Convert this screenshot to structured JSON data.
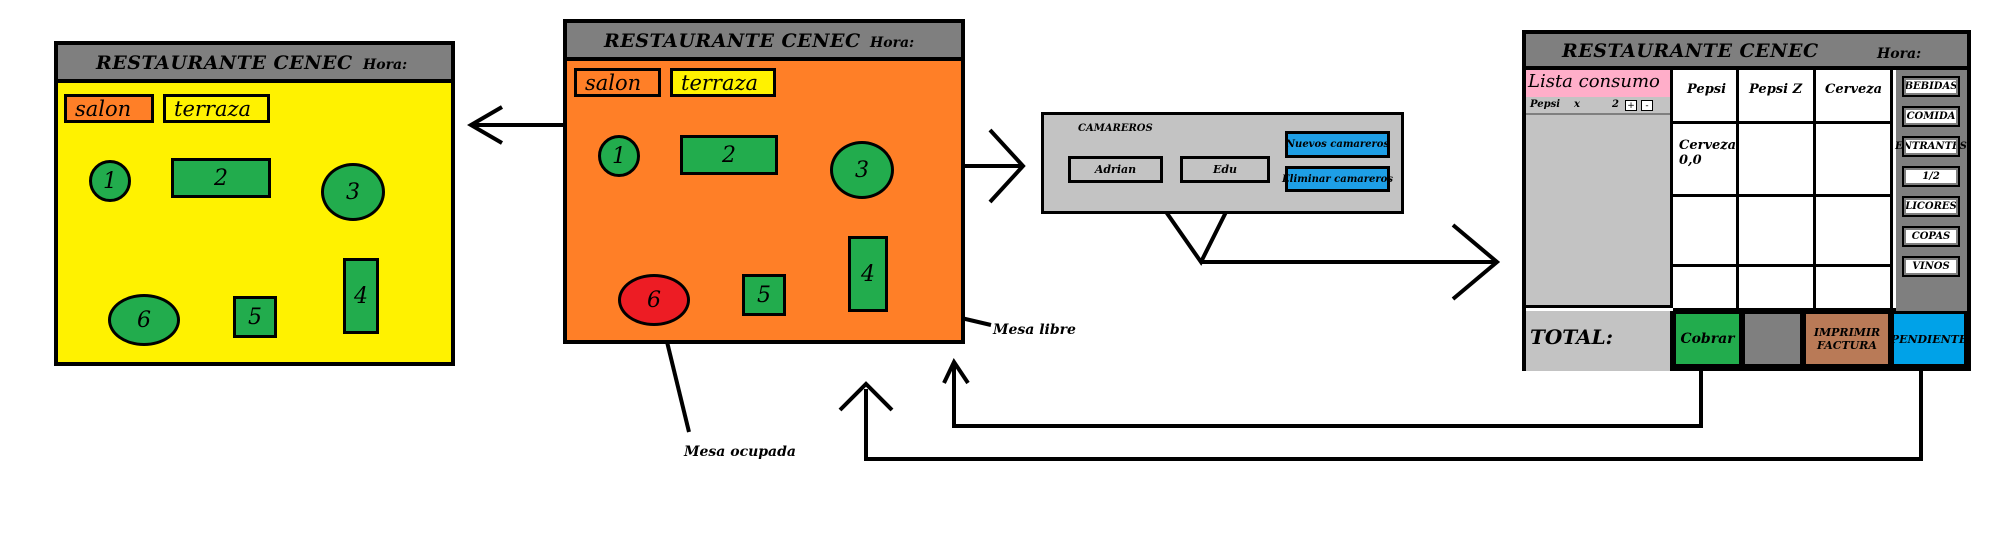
{
  "app_title": "RESTAURANTE CENEC",
  "hora_label": "Hora:",
  "tabs": {
    "salon": "salon",
    "terraza": "terraza"
  },
  "tables": [
    "1",
    "2",
    "3",
    "4",
    "5",
    "6"
  ],
  "waiters_panel": {
    "title": "CAMAREROS",
    "waiters": [
      "Adrian",
      "Edu"
    ],
    "new_button": "Nuevos camareros",
    "delete_button": "Eliminar camareros"
  },
  "annotations": {
    "occupied": "Mesa ocupada",
    "free": "Mesa libre"
  },
  "order_screen": {
    "list_title": "Lista consumo",
    "order_line": {
      "item": "Pepsi",
      "x": "x",
      "qty": "2",
      "plus": "+",
      "minus": "-"
    },
    "total_label": "TOTAL:",
    "products": [
      "Pepsi",
      "Pepsi Z",
      "Cerveza",
      "Cerveza 0,0"
    ],
    "categories": [
      "BEBIDAS",
      "COMIDA",
      "ENTRANTES",
      "1/2",
      "LICORES",
      "COPAS",
      "VINOS"
    ],
    "buttons": {
      "charge": "Cobrar",
      "print_invoice": "IMPRIMIR FACTURA",
      "pending": "PENDIENTE"
    }
  },
  "colors": {
    "terraza_bg": "#fff200",
    "salon_bg": "#ff7f27",
    "table_free": "#22ac4d",
    "table_occupied": "#ed1c24",
    "titlebar": "#7f7f7f",
    "panel_grey": "#c3c3c3",
    "button_blue": "#1e9fe6",
    "list_title_pink": "#ffaec9",
    "invoice_brown": "#b97a57",
    "pending_blue": "#00a2e8"
  }
}
